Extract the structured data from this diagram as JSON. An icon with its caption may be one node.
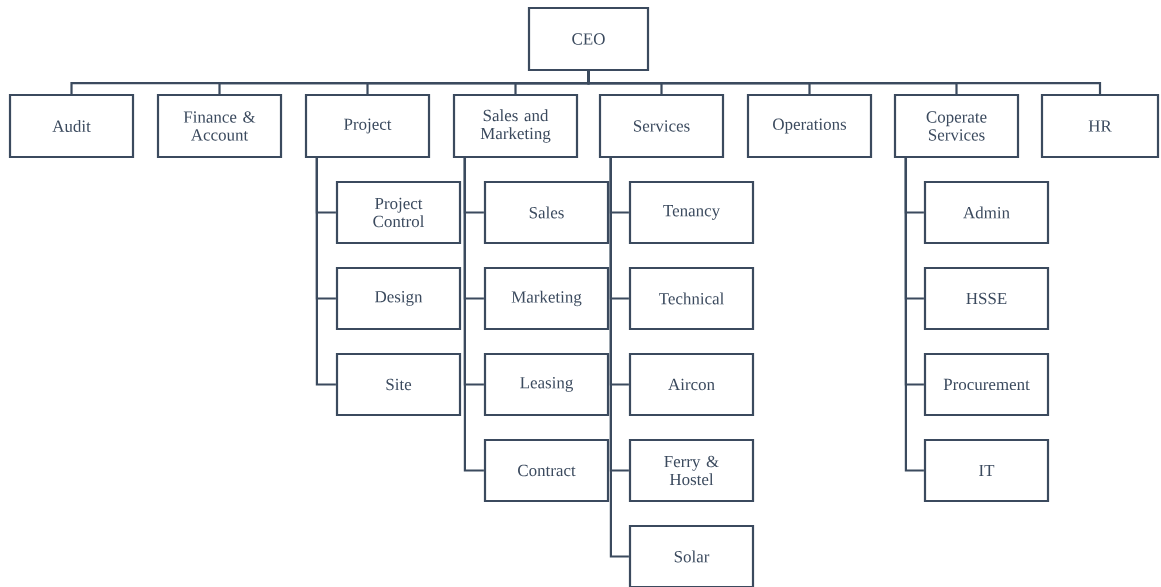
{
  "diagram": {
    "nodes": [
      {
        "text": [
          "CEO"
        ]
      },
      {
        "text": [
          "Audit"
        ]
      },
      {
        "text": [
          "Finance & Account"
        ]
      },
      {
        "text": [
          "Project"
        ]
      },
      {
        "text": [
          "Sales and Marketing"
        ]
      },
      {
        "text": [
          "Services"
        ]
      },
      {
        "text": [
          "Operations"
        ]
      },
      {
        "text": [
          "Coperate Services"
        ]
      },
      {
        "text": [
          "HR"
        ]
      },
      {
        "text": [
          "Project Control"
        ]
      },
      {
        "text": [
          "Design"
        ]
      },
      {
        "text": [
          "Site"
        ]
      },
      {
        "text": [
          "Sales"
        ]
      },
      {
        "text": [
          "Marketing"
        ]
      },
      {
        "text": [
          "Leasing"
        ]
      },
      {
        "text": [
          "Contract"
        ]
      },
      {
        "text": [
          "Tenancy"
        ]
      },
      {
        "text": [
          "Technical"
        ]
      },
      {
        "text": [
          "Aircon"
        ]
      },
      {
        "text": [
          "Ferry & Hostel"
        ]
      },
      {
        "text": [
          "Solar"
        ]
      },
      {
        "text": [
          "Admin"
        ]
      },
      {
        "text": [
          "HSSE"
        ]
      },
      {
        "text": [
          "Procurement"
        ]
      },
      {
        "text": [
          "IT"
        ]
      }
    ],
    "edges": [
      {
        "from": 0,
        "to": 1,
        "arrow": "none"
      },
      {
        "from": 0,
        "to": 2,
        "arrow": "none"
      },
      {
        "from": 0,
        "to": 3,
        "arrow": "none"
      },
      {
        "from": 0,
        "to": 4,
        "arrow": "none"
      },
      {
        "from": 0,
        "to": 5,
        "arrow": "none"
      },
      {
        "from": 0,
        "to": 6,
        "arrow": "none"
      },
      {
        "from": 0,
        "to": 7,
        "arrow": "none"
      },
      {
        "from": 0,
        "to": 8,
        "arrow": "none"
      },
      {
        "from": 3,
        "to": 9,
        "arrow": "none"
      },
      {
        "from": 3,
        "to": 10,
        "arrow": "none"
      },
      {
        "from": 3,
        "to": 11,
        "arrow": "none"
      },
      {
        "from": 4,
        "to": 12,
        "arrow": "none"
      },
      {
        "from": 4,
        "to": 13,
        "arrow": "none"
      },
      {
        "from": 4,
        "to": 14,
        "arrow": "none"
      },
      {
        "from": 4,
        "to": 15,
        "arrow": "none"
      },
      {
        "from": 5,
        "to": 16,
        "arrow": "none"
      },
      {
        "from": 5,
        "to": 17,
        "arrow": "none"
      },
      {
        "from": 5,
        "to": 18,
        "arrow": "none"
      },
      {
        "from": 5,
        "to": 19,
        "arrow": "none"
      },
      {
        "from": 5,
        "to": 20,
        "arrow": "none"
      },
      {
        "from": 7,
        "to": 21,
        "arrow": "none"
      },
      {
        "from": 7,
        "to": 22,
        "arrow": "none"
      },
      {
        "from": 7,
        "to": 23,
        "arrow": "none"
      },
      {
        "from": 7,
        "to": 24,
        "arrow": "none"
      }
    ]
  }
}
